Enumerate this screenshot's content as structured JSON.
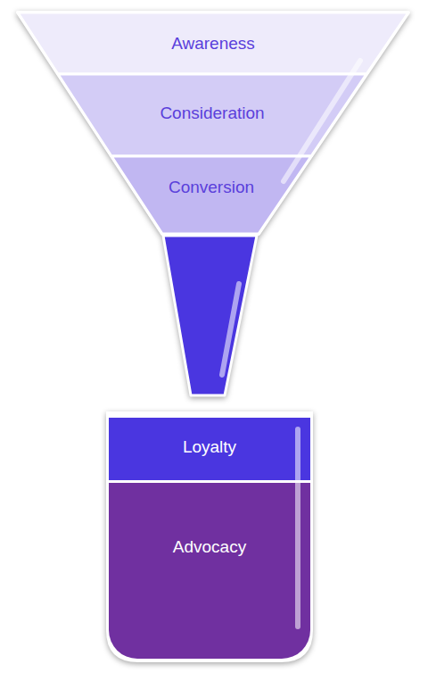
{
  "diagram": {
    "nodes": [
      {
        "text": [
          "Awareness"
        ]
      },
      {
        "text": [
          "Consideration"
        ]
      },
      {
        "text": [
          "Conversion"
        ]
      },
      {
        "text": [
          "Loyalty"
        ]
      },
      {
        "text": [
          "Advocacy"
        ]
      }
    ]
  }
}
